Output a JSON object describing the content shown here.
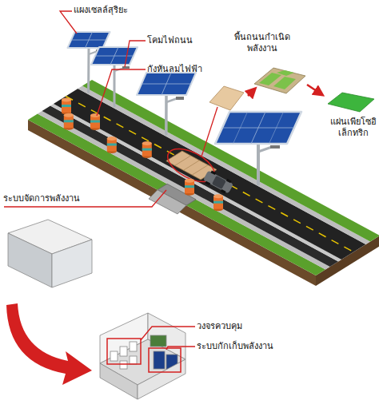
{
  "diagram": {
    "labels": [
      "แผงเซลล์สุริยะ",
      "โคมไฟถนน",
      "กังหันลมไฟฟ้า",
      "พื้นถนนกำเนิด พลังงาน",
      "แผ่นเพียโซอิ เล็กทริก",
      "ระบบจัดการพลังงาน",
      "วงจรควบคุม",
      "ระบบกักเก็บพลังงาน"
    ]
  }
}
